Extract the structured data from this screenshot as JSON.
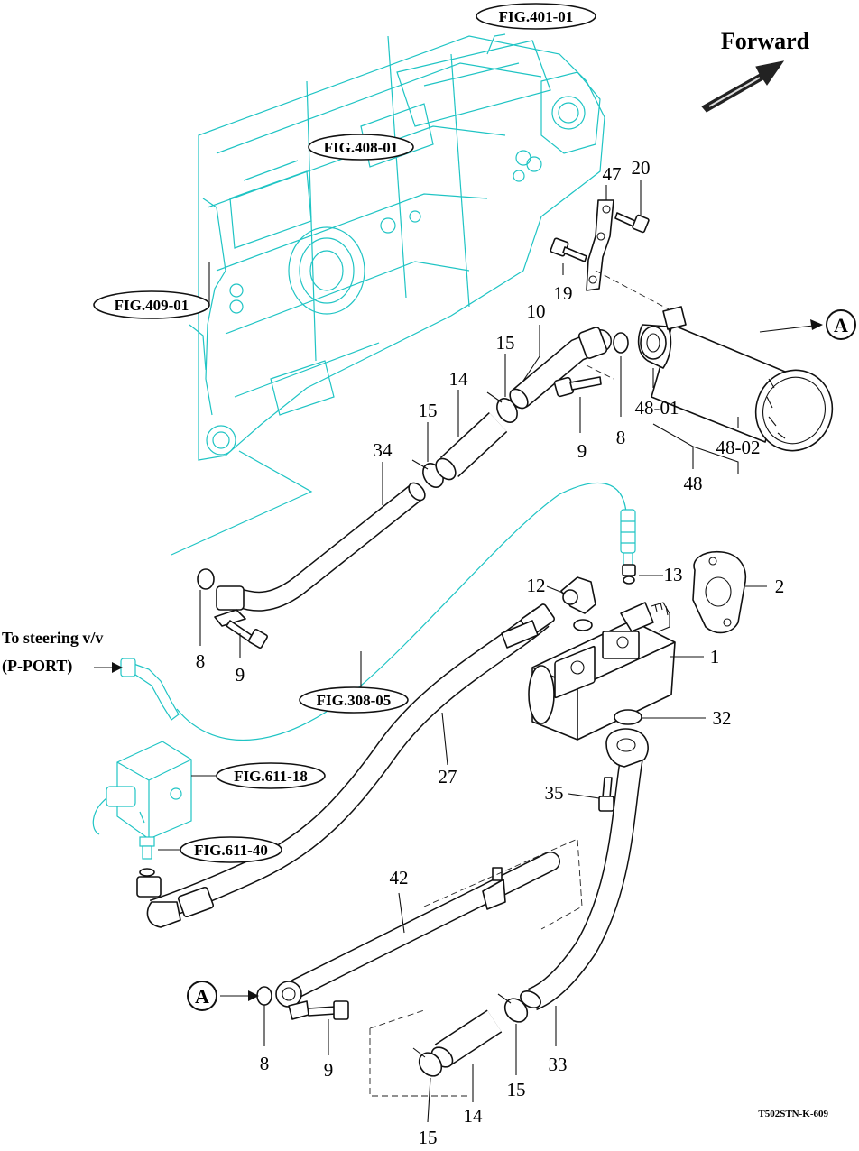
{
  "diagram": {
    "direction_label": "Forward",
    "drawing_code": "T502STN-K-609",
    "steering_note": [
      "To steering v/v",
      "(P-PORT)"
    ],
    "connector_letter": "A",
    "figure_refs": [
      "FIG.401-01",
      "FIG.408-01",
      "FIG.409-01",
      "FIG.308-05",
      "FIG.611-18",
      "FIG.611-40"
    ],
    "part_numbers": {
      "p47": "47",
      "p20": "20",
      "p19": "19",
      "p10": "10",
      "p15a": "15",
      "p15b": "15",
      "p15c": "15",
      "p15d": "15",
      "p14a": "14",
      "p14b": "14",
      "p9a": "9",
      "p9b": "9",
      "p9c": "9",
      "p8a": "8",
      "p8b": "8",
      "p8c": "8",
      "p34": "34",
      "p48_01": "48-01",
      "p48_02": "48-02",
      "p48": "48",
      "p12": "12",
      "p13": "13",
      "p2": "2",
      "p1": "1",
      "p32": "32",
      "p27": "27",
      "p35": "35",
      "p42": "42",
      "p33": "33"
    }
  }
}
